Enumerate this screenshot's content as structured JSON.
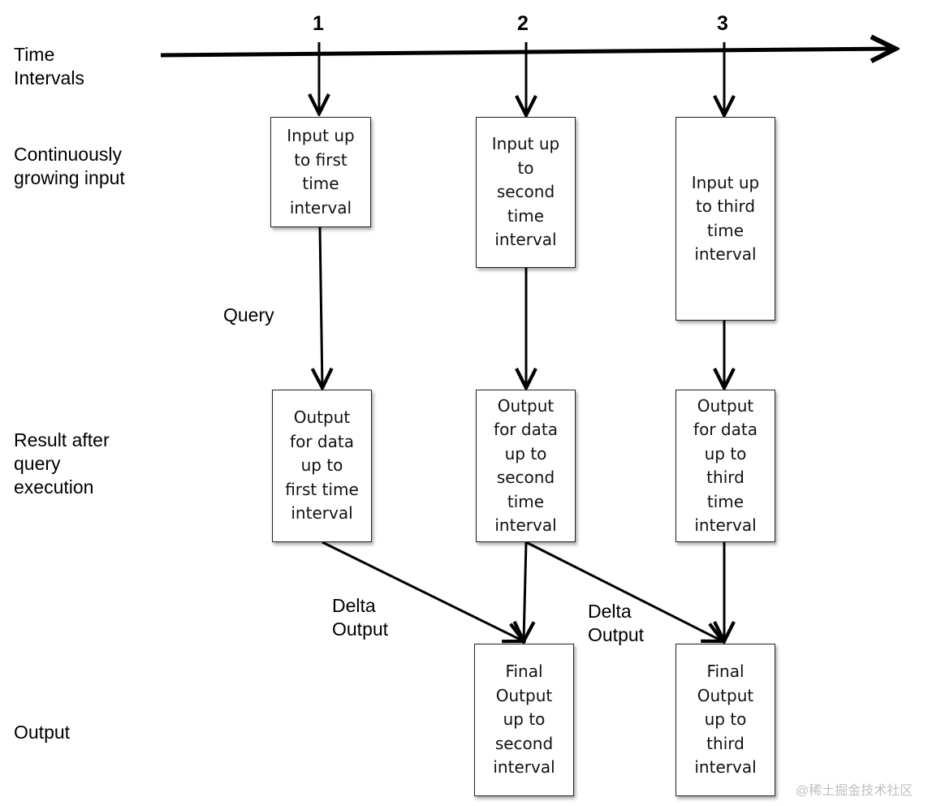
{
  "row_labels": {
    "time": "Time\nIntervals",
    "input": "Continuously\ngrowing input",
    "result": "Result after\nquery\nexecution",
    "output": "Output"
  },
  "timeline": {
    "ticks": [
      "1",
      "2",
      "3"
    ]
  },
  "edge_labels": {
    "query": "Query",
    "delta_1": "Delta\nOutput",
    "delta_2": "Delta\nOutput"
  },
  "nodes": {
    "input_1": "Input up\nto first\ntime\ninterval",
    "input_2": "Input up\nto\nsecond\ntime\ninterval",
    "input_3": "Input up\nto third\ntime\ninterval",
    "result_1": "Output\nfor data\nup to\nfirst time\ninterval",
    "result_2": "Output\nfor data\nup to\nsecond\ntime\ninterval",
    "result_3": "Output\nfor data\nup to\nthird\ntime\ninterval",
    "final_2": "Final\nOutput\nup to\nsecond\ninterval",
    "final_3": "Final\nOutput\nup to\nthird\ninterval"
  },
  "watermark": "@稀土掘金技术社区"
}
